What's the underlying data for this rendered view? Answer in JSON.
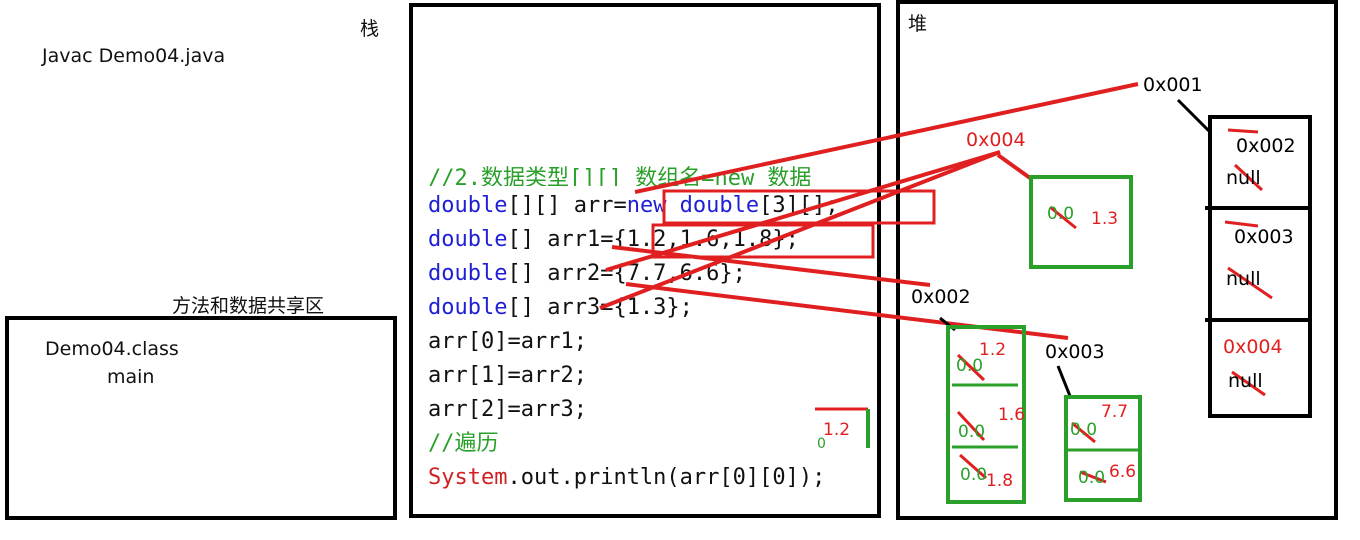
{
  "labels": {
    "stack": "栈",
    "heap": "堆",
    "method_area": "方法和数据共享区",
    "compile_cmd": "Javac Demo04.java",
    "class_name": "Demo04.class",
    "main": "main"
  },
  "code": {
    "line0": "//2.数据类型[][] 数组名=new 数据",
    "line1_kw": "double",
    "line1_rest": "[][] arr=",
    "line1_new": "new double",
    "line1_tail": "[3][];",
    "line2_kw": "double",
    "line2_rest": "[] arr1={1.2,1.6,1.8};",
    "line3_kw": "double",
    "line3_rest": "[] arr2={7.7,6.6};",
    "line4_kw": "double",
    "line4_rest": "[] arr3={1.3};",
    "line5": "arr[0]=arr1;",
    "line6": "arr[1]=arr2;",
    "line7": "arr[2]=arr3;",
    "line8": "//遍历",
    "line9_sys": "System",
    "line9_rest": ".out.println(arr[0][0]);"
  },
  "heap": {
    "addr_outer": "0x001",
    "addr_004_top": "0x004",
    "addr_002": "0x002",
    "addr_003": "0x003",
    "outer_slots": [
      {
        "addr": "0x002",
        "old": "null"
      },
      {
        "addr": "0x003",
        "old": "null"
      },
      {
        "addr": "0x004",
        "old": "null"
      }
    ],
    "arr3_box": {
      "old": "0.0",
      "new": "1.3"
    },
    "arr1_box": [
      {
        "old": "0.0",
        "new": "1.2"
      },
      {
        "old": "0.0",
        "new": "1.6"
      },
      {
        "old": "0.0",
        "new": "1.8"
      }
    ],
    "arr2_box": [
      {
        "old": "0.0",
        "new": "7.7"
      },
      {
        "old": "0.0",
        "new": "6.6"
      }
    ],
    "stack_partial_value": "1.2",
    "stack_partial_zero": "0"
  },
  "colors": {
    "box_border": "#000000",
    "heap_array_border": "#2aa02a",
    "annotation_red": "#e02020",
    "code_keyword": "#1f1fd6",
    "code_number": "#7a1fa0",
    "code_comment": "#2aa02a"
  }
}
